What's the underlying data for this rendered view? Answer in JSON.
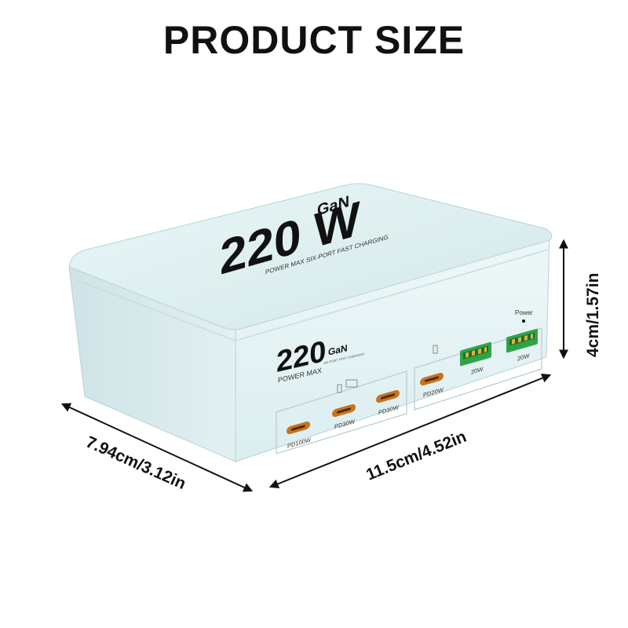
{
  "heading": "PRODUCT SIZE",
  "colors": {
    "body_top": "#dcefef",
    "body_front": "#e6f3f4",
    "body_side": "#cfe3e6",
    "port_usbc": "#c8741c",
    "port_usba": "#2fa34a",
    "text": "#111111"
  },
  "product": {
    "top_brand_number": "220",
    "top_brand_unit": "W",
    "top_brand_gan": "GaN",
    "top_tagline": "POWER MAX  SIX-PORT FAST CHARGING",
    "front_brand_number": "220",
    "front_brand_gan": "GaN",
    "front_power_max": "POWER MAX",
    "front_small_tagline": "SIX-PORT FAST CHARGING",
    "power_label": "Power",
    "ports": {
      "pd100": "PD100W",
      "pd30_a": "PD30W",
      "pd30_b": "PD30W",
      "pd20": "PD20W",
      "usba_1": "20W",
      "usba_2": "20W"
    }
  },
  "dimensions": {
    "depth": "7.94cm/3.12in",
    "width": "11.5cm/4.52in",
    "height": "4cm/1.57in"
  }
}
